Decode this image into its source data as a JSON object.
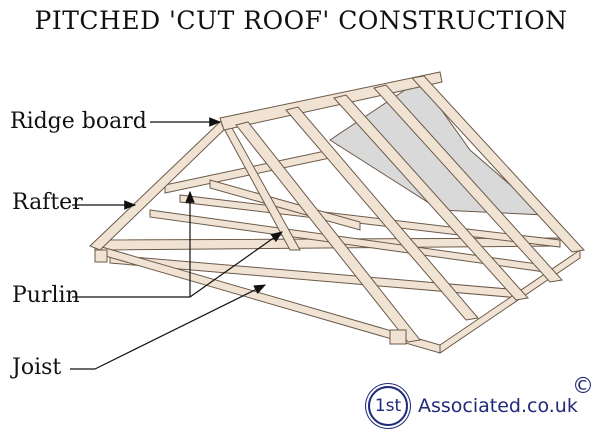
{
  "title": "PITCHED 'CUT ROOF' CONSTRUCTION",
  "labels": {
    "ridge": "Ridge board",
    "rafter": "Rafter",
    "purlin": "Purlin",
    "joist": "Joist"
  },
  "logo": {
    "badge": "1st",
    "site": "Associated.co.uk",
    "copyright": "©"
  },
  "colors": {
    "timber": "#f1e3d3",
    "outline": "#6b5a4a",
    "sheet": "#d9d9d9",
    "logo": "#1e2a7a"
  }
}
